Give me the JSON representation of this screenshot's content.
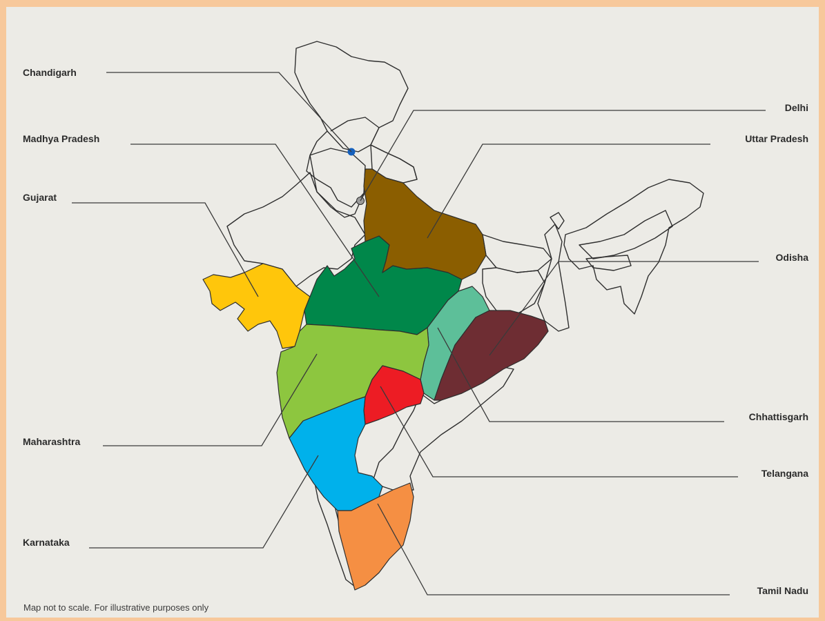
{
  "labels": {
    "chandigarh": "Chandigarh",
    "madhya_pradesh": "Madhya Pradesh",
    "gujarat": "Gujarat",
    "maharashtra": "Maharashtra",
    "karnataka": "Karnataka",
    "delhi": "Delhi",
    "uttar_pradesh": "Uttar Pradesh",
    "odisha": "Odisha",
    "chhattisgarh": "Chhattisgarh",
    "telangana": "Telangana",
    "tamil_nadu": "Tamil Nadu"
  },
  "footnote": "Map not to scale. For illustrative purposes only",
  "colors": {
    "border": "#f7c89b",
    "background": "#ecebe6",
    "gujarat": "#ffc60b",
    "madhya_pradesh": "#00874a",
    "uttar_pradesh": "#8b5e00",
    "chhattisgarh": "#5dbf99",
    "odisha": "#6e2d33",
    "maharashtra": "#8dc63f",
    "telangana": "#ed1c24",
    "karnataka": "#00b1eb",
    "tamil_nadu": "#f58f43",
    "chandigarh_dot": "#1560bd",
    "delhi_dot": "#9b9b9b"
  }
}
